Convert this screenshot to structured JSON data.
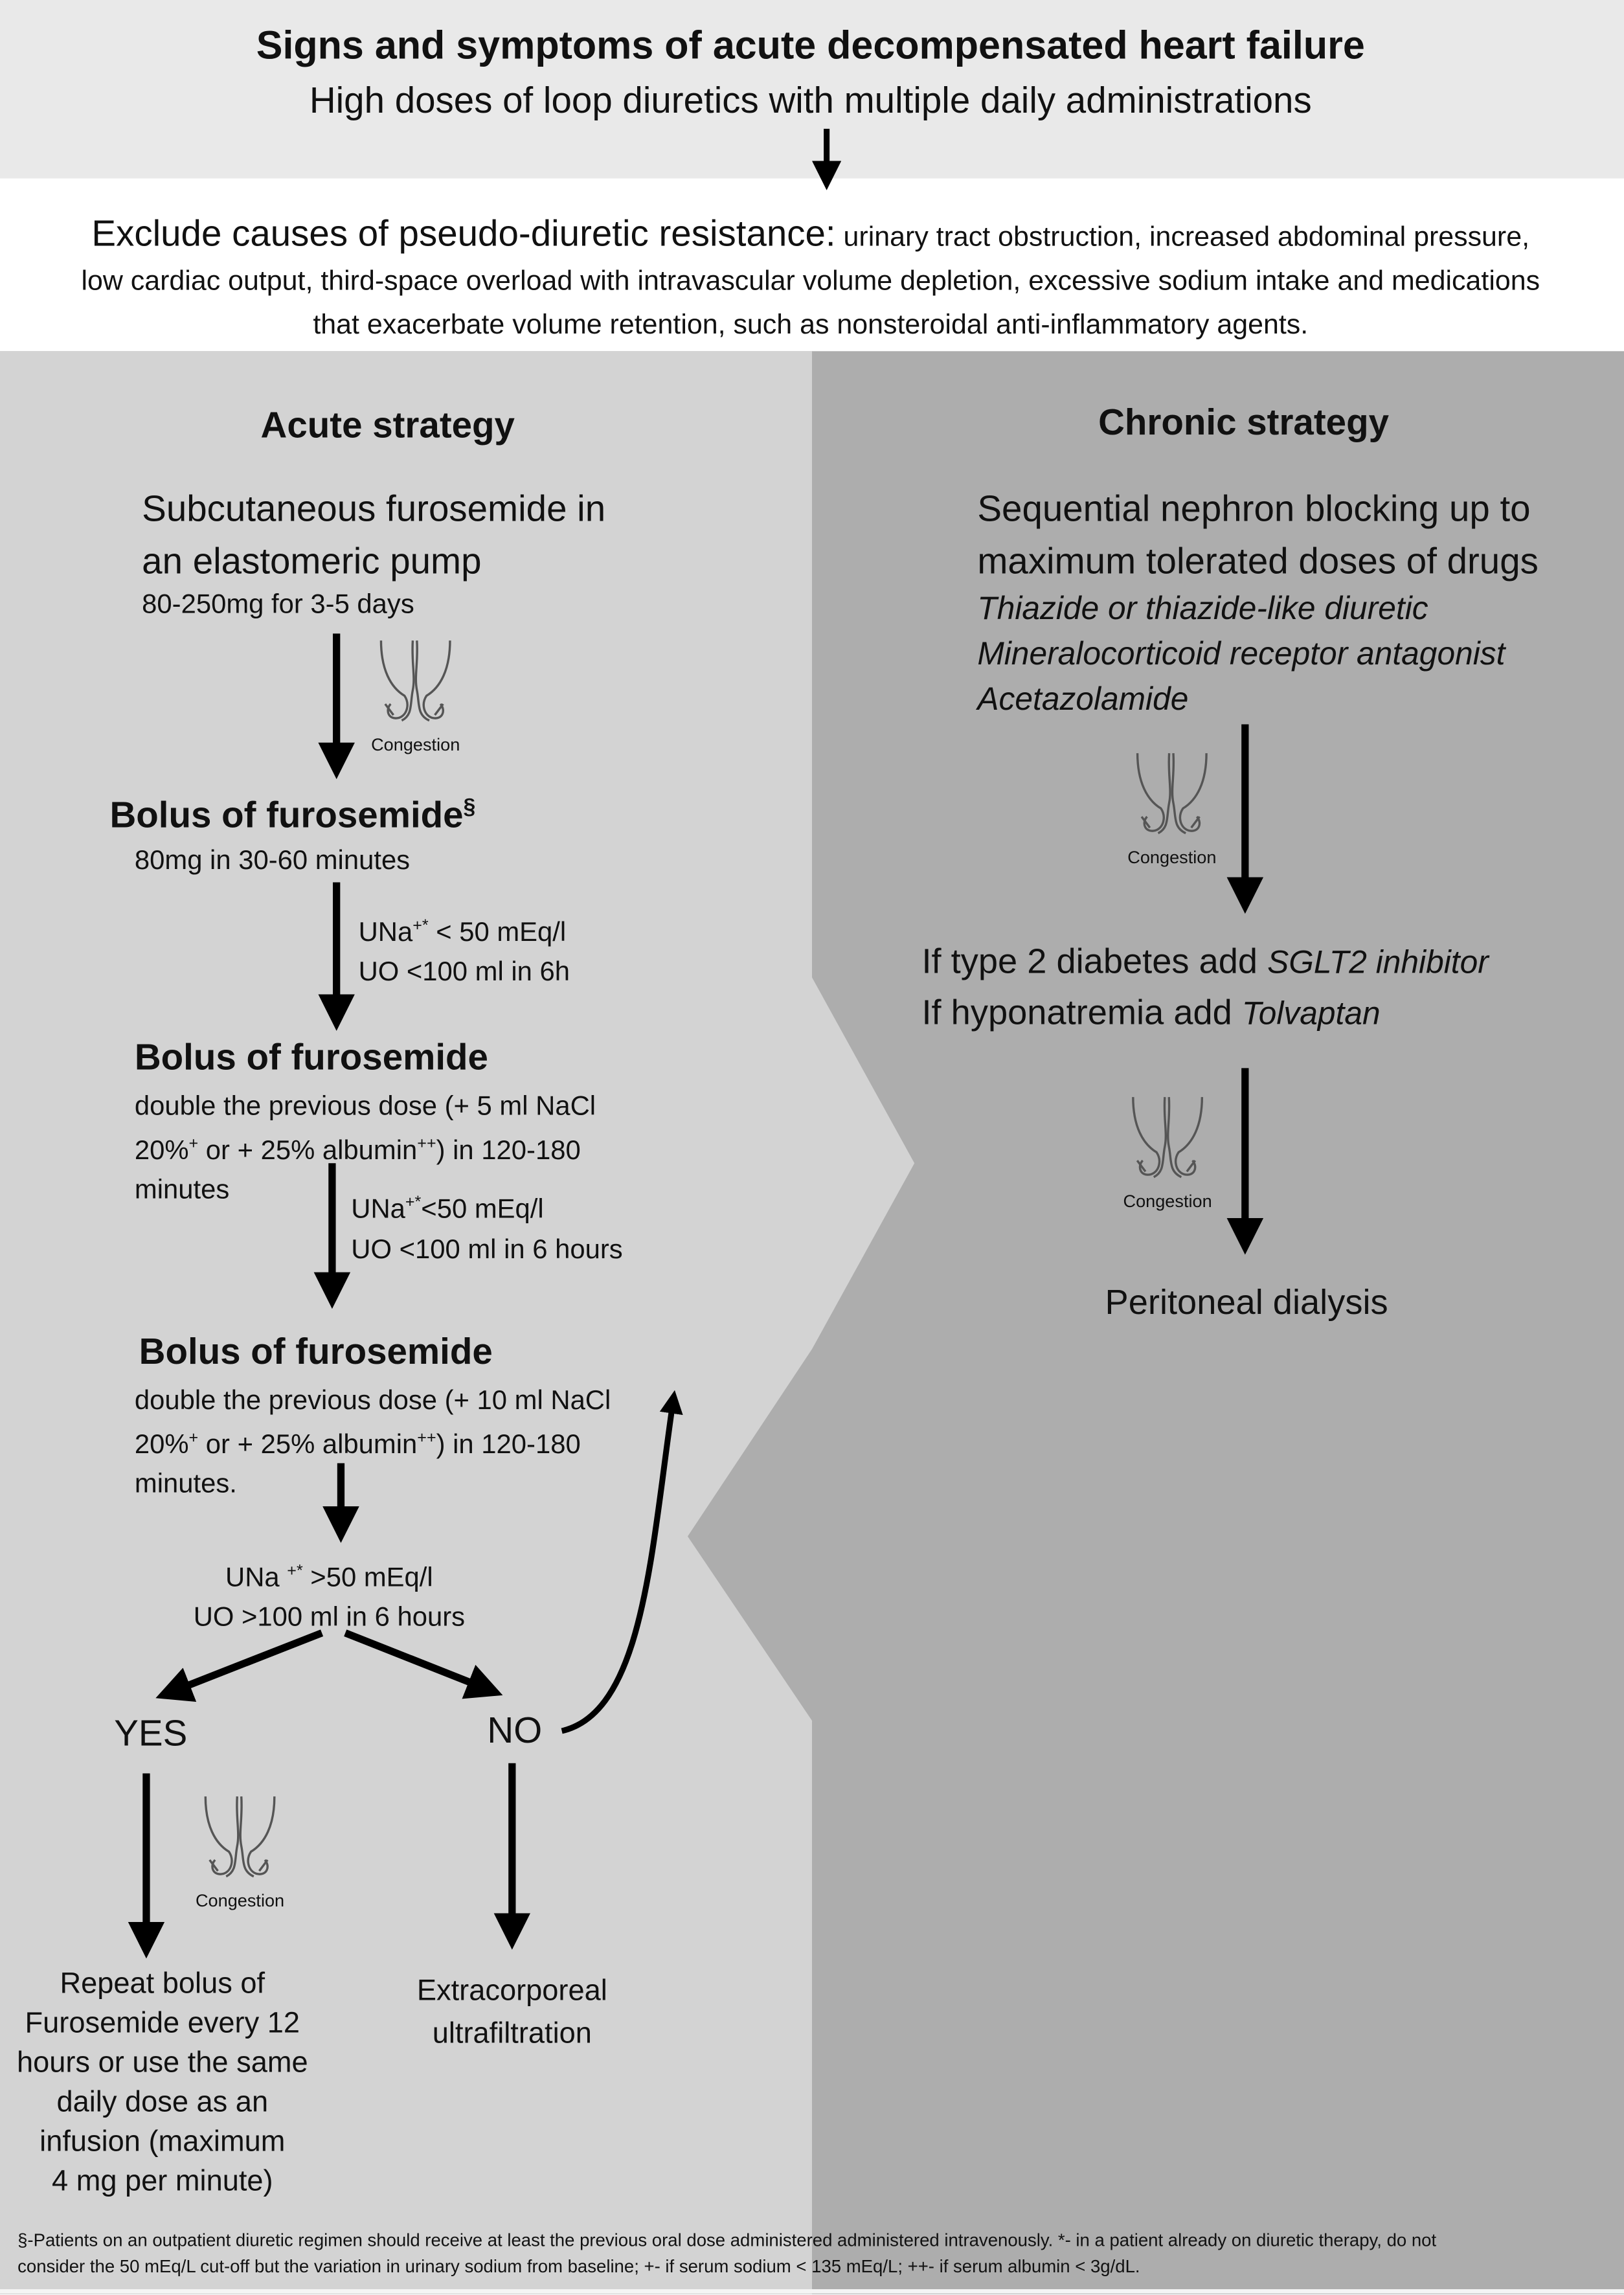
{
  "header": {
    "title": "Signs and symptoms of acute decompensated heart failure",
    "subtitle": "High doses of loop diuretics with multiple daily administrations"
  },
  "exclude": {
    "lead": "Exclude causes of pseudo-diuretic resistance:",
    "line1_rest": " urinary tract obstruction, increased abdominal pressure,",
    "line2": "low cardiac output, third-space overload with intravascular volume depletion, excessive sodium intake and medications",
    "line3": "that exacerbate volume retention, such as nonsteroidal anti-inflammatory agents."
  },
  "acute": {
    "title": "Acute strategy",
    "step1": {
      "line1": "Subcutaneous furosemide in",
      "line2": "an elastomeric pump",
      "dose": "80-250mg for 3-5 days"
    },
    "congestion_label": "Congestion",
    "step2": {
      "title": "Bolus of furosemide",
      "sup": "§",
      "dose": "80mg in 30-60 minutes"
    },
    "cond1": {
      "una": "UNa",
      "una_sup": "+*",
      "una_rest": " < 50 mEq/l",
      "uo": "UO <100 ml in 6h"
    },
    "step3": {
      "title": "Bolus of furosemide",
      "line1": "double the previous dose (+ 5 ml  NaCl",
      "line2a": "20%",
      "line2b": " or + 25% albumin",
      "line2c": ") in 120-180",
      "line3": "minutes"
    },
    "cond2": {
      "una": "UNa",
      "una_sup": "+*",
      "una_rest": "<50 mEq/l",
      "uo": "UO <100 ml in 6 hours"
    },
    "step4": {
      "title": "Bolus of furosemide",
      "line1": "double the previous dose (+ 10 ml  NaCl",
      "line2a": "20%",
      "line2b": " or + 25% albumin",
      "line2c": ") in 120-180",
      "line3": "minutes."
    },
    "cond3": {
      "una": "UNa ",
      "una_sup": "+*",
      "una_rest": " >50 mEq/l",
      "uo": "UO >100 ml in 6 hours"
    },
    "yes": "YES",
    "no": "NO",
    "yes_result": [
      "Repeat bolus of",
      "Furosemide every 12",
      "hours or use the same",
      "daily dose as an",
      "infusion (maximum",
      "4 mg per minute)"
    ],
    "no_result": [
      "Extracorporeal",
      "ultrafiltration"
    ],
    "sup_plus": "+",
    "sup_plusplus": "++"
  },
  "chronic": {
    "title": "Chronic strategy",
    "line1": "Sequential nephron blocking up to",
    "line2": "maximum tolerated doses of drugs",
    "drugs": [
      "Thiazide or thiazide-like diuretic",
      "Mineralocorticoid receptor antagonist",
      "Acetazolamide"
    ],
    "congestion_label": "Congestion",
    "add1": {
      "text": "If type 2 diabetes add ",
      "drug": "SGLT2 inhibitor"
    },
    "add2": {
      "text": "If hyponatremia add ",
      "drug": "Tolvaptan"
    },
    "final": "Peritoneal dialysis"
  },
  "footnote": {
    "line1": "§-Patients on an outpatient  diuretic regimen should receive at least the previous  oral dose administered administered intravenously.  *- in a patient already on diuretic therapy, do not",
    "line2": "consider the 50 mEq/L cut-off but the variation in urinary sodium from baseline; +- if serum sodium < 135 mEq/L; ++- if serum albumin < 3g/dL."
  },
  "colors": {
    "top_band": "#e9e9e9",
    "exclude_band": "#ffffff",
    "acute_panel": "#d3d3d3",
    "chronic_panel": "#adadad",
    "arrow": "#000000"
  }
}
